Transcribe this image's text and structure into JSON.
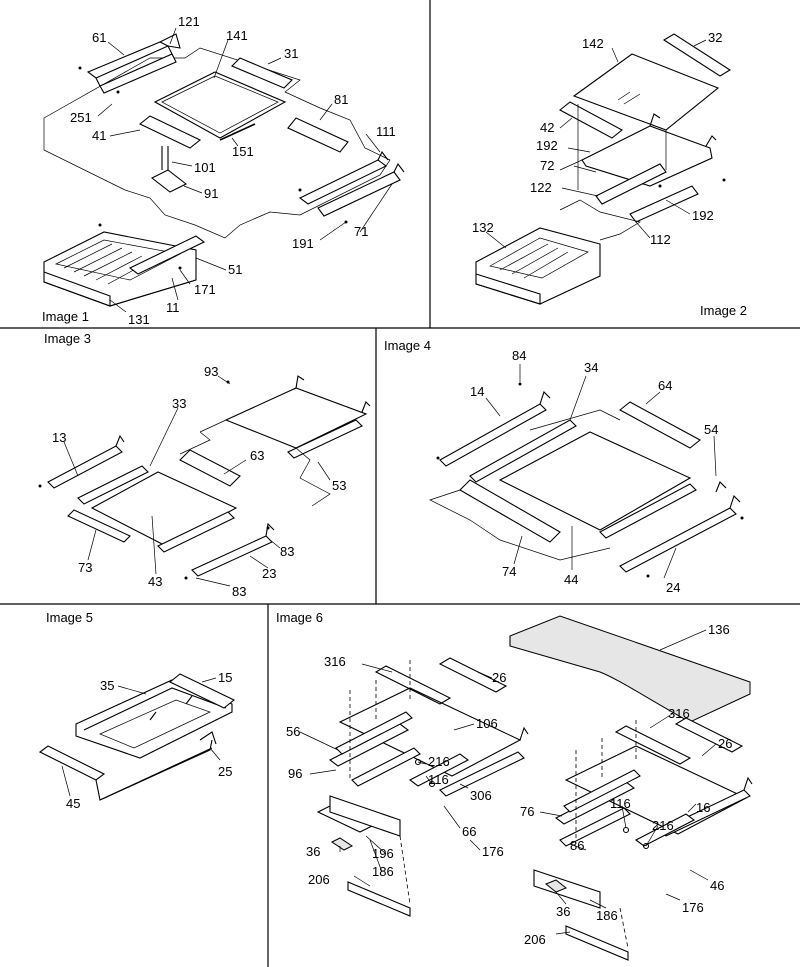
{
  "panels": [
    {
      "id": "p1",
      "title": "Image 1",
      "labels": [
        "61",
        "121",
        "141",
        "31",
        "81",
        "251",
        "41",
        "151",
        "101",
        "111",
        "91",
        "71",
        "191",
        "51",
        "171",
        "11",
        "131"
      ]
    },
    {
      "id": "p2",
      "title": "Image 2",
      "labels": [
        "142",
        "32",
        "42",
        "192",
        "72",
        "122",
        "192",
        "112",
        "132"
      ]
    },
    {
      "id": "p3",
      "title": "Image 3",
      "labels": [
        "93",
        "33",
        "13",
        "63",
        "53",
        "73",
        "43",
        "83",
        "23",
        "83"
      ]
    },
    {
      "id": "p4",
      "title": "Image 4",
      "labels": [
        "84",
        "34",
        "14",
        "64",
        "54",
        "74",
        "44",
        "24"
      ]
    },
    {
      "id": "p5",
      "title": "Image 5",
      "labels": [
        "35",
        "15",
        "45",
        "25"
      ]
    },
    {
      "id": "p6",
      "title": "Image 6",
      "labels": [
        "136",
        "316",
        "26",
        "56",
        "106",
        "216",
        "116",
        "96",
        "306",
        "66",
        "316",
        "26",
        "16",
        "116",
        "76",
        "216",
        "86",
        "36",
        "196",
        "186",
        "176",
        "206",
        "46",
        "176",
        "36",
        "186",
        "206"
      ]
    }
  ]
}
